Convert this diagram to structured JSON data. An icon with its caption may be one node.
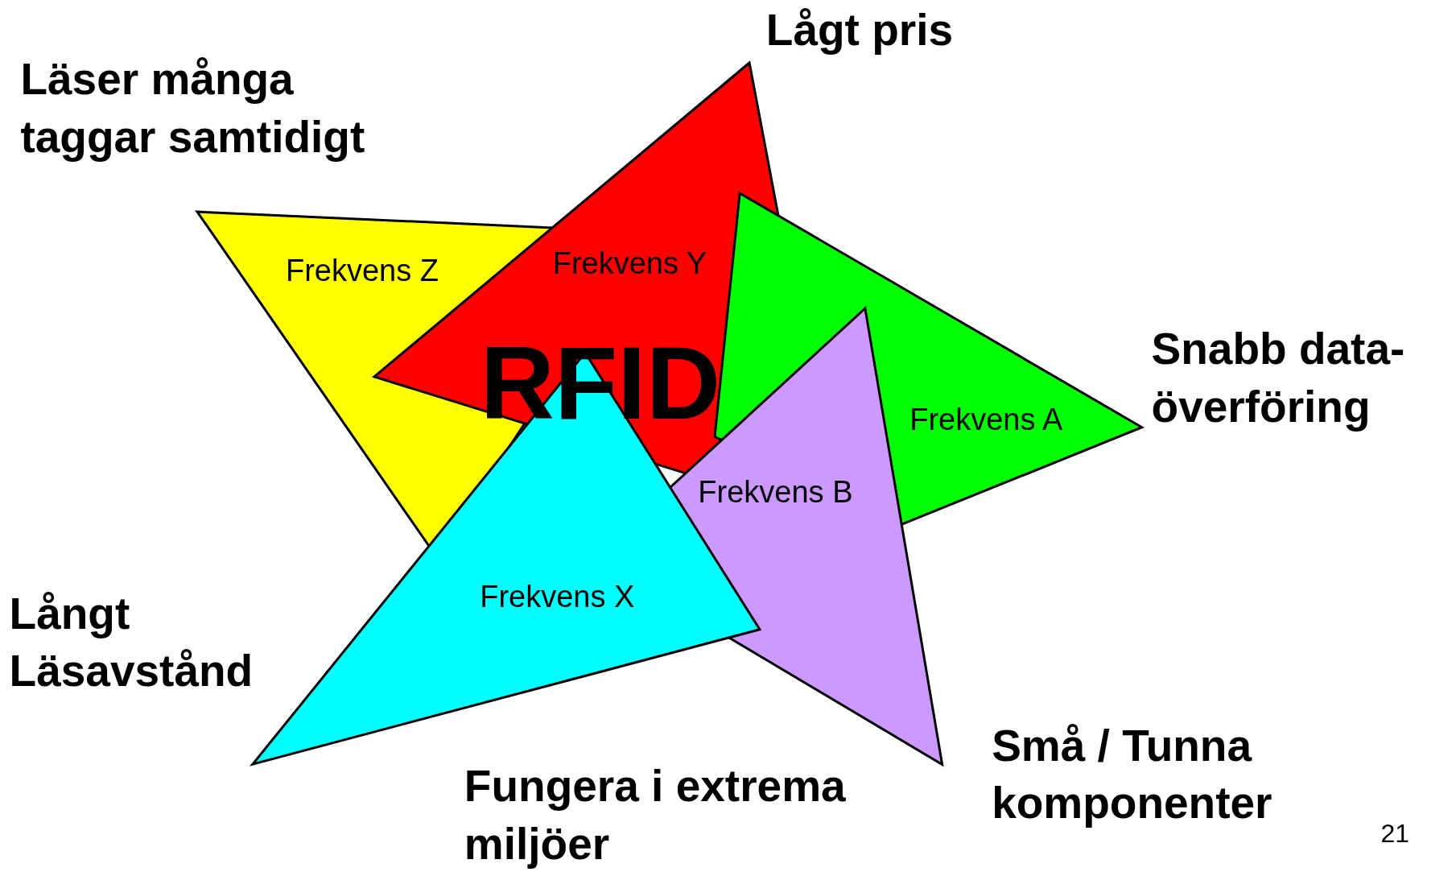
{
  "diagram": {
    "nodes": [
      {
        "text": [
          "Frekvens Z"
        ]
      },
      {
        "text": [
          "Frekvens Y"
        ]
      },
      {
        "text": [
          "Frekvens A"
        ]
      },
      {
        "text": [
          "Frekvens B"
        ]
      },
      {
        "text": [
          "Frekvens X"
        ]
      }
    ],
    "edges": [],
    "labels": [
      "Lågt pris",
      "Läser många taggar samtidigt",
      "RFID",
      "Snabb data- överföring",
      "Långt Läsavstånd",
      "Små / Tunna komponenter",
      "Fungera i extrema miljöer",
      "21"
    ]
  }
}
